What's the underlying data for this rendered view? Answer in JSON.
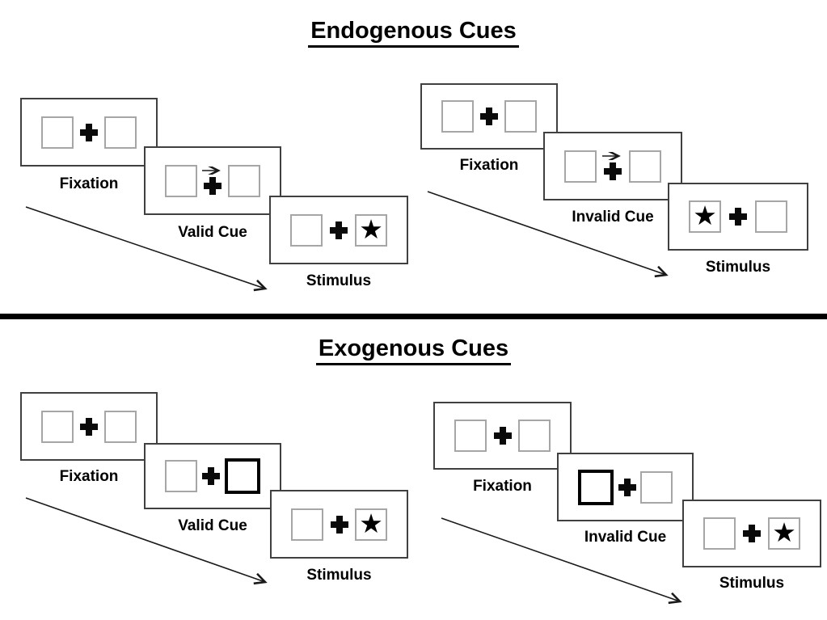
{
  "diagram": "Posner attention cueing task sequences",
  "glyphs": {
    "star": "★"
  },
  "colors": {
    "panel_border": "#404040",
    "box_border": "#a6a6a6",
    "cue_box_border": "#000000",
    "ink": "#000000",
    "divider": "#000000"
  },
  "sections": [
    {
      "title": "Endogenous Cues",
      "groups": [
        {
          "name": "valid",
          "panels": [
            {
              "type": "fixation",
              "label": "Fixation",
              "left_box": "empty",
              "right_box": "empty"
            },
            {
              "type": "cue",
              "label": "Valid Cue",
              "cue_style": "central-arrow-right",
              "left_box": "empty",
              "right_box": "empty"
            },
            {
              "type": "stimulus",
              "label": "Stimulus",
              "left_box": "empty",
              "right_box": "star"
            }
          ]
        },
        {
          "name": "invalid",
          "panels": [
            {
              "type": "fixation",
              "label": "Fixation",
              "left_box": "empty",
              "right_box": "empty"
            },
            {
              "type": "cue",
              "label": "Invalid Cue",
              "cue_style": "central-arrow-right",
              "left_box": "empty",
              "right_box": "empty"
            },
            {
              "type": "stimulus",
              "label": "Stimulus",
              "left_box": "star",
              "right_box": "empty"
            }
          ]
        }
      ]
    },
    {
      "title": "Exogenous Cues",
      "groups": [
        {
          "name": "valid",
          "panels": [
            {
              "type": "fixation",
              "label": "Fixation",
              "left_box": "empty",
              "right_box": "empty"
            },
            {
              "type": "cue",
              "label": "Valid Cue",
              "cue_style": "peripheral-box-right",
              "left_box": "empty",
              "right_box": "empty-thick"
            },
            {
              "type": "stimulus",
              "label": "Stimulus",
              "left_box": "empty",
              "right_box": "star"
            }
          ]
        },
        {
          "name": "invalid",
          "panels": [
            {
              "type": "fixation",
              "label": "Fixation",
              "left_box": "empty",
              "right_box": "empty"
            },
            {
              "type": "cue",
              "label": "Invalid Cue",
              "cue_style": "peripheral-box-left",
              "left_box": "empty-thick",
              "right_box": "empty"
            },
            {
              "type": "stimulus",
              "label": "Stimulus",
              "left_box": "empty",
              "right_box": "star"
            }
          ]
        }
      ]
    }
  ]
}
